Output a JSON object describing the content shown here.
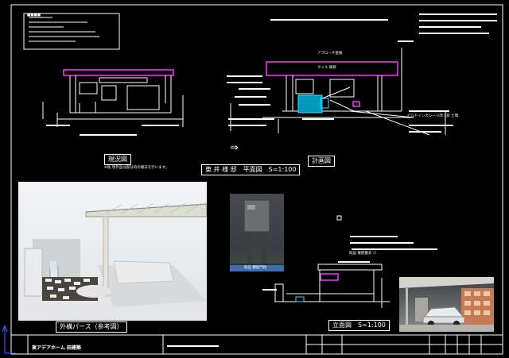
{
  "drawing": {
    "views": {
      "existing": {
        "title": "現況図",
        "note": "※既 現存品は部分的の撤去を行います。"
      },
      "plan": {
        "title": "計画図",
        "main_label": "東 井 様 邸　平面図　S=1:100",
        "arrow": "⇒"
      },
      "perspective": {
        "title": "外構パース（参考図）"
      },
      "elevation": {
        "title": "立面図　S=1:100"
      }
    },
    "annotations": {
      "carport": "アプローチ屋根",
      "tile": "タイル 補修",
      "garage": "ビルドインガレージ改 / 新 土間",
      "photo_caption": "既設 機能門柱",
      "elevation_note": "既設 擁壁撤去 小"
    },
    "title_block": {
      "company": "東アデアホーム 田建築"
    },
    "colors": {
      "background": "#000000",
      "line": "#ffffff",
      "accent": "#ff33ff",
      "cyan": "#33e0ff",
      "blue_mark": "#3355ff"
    }
  }
}
